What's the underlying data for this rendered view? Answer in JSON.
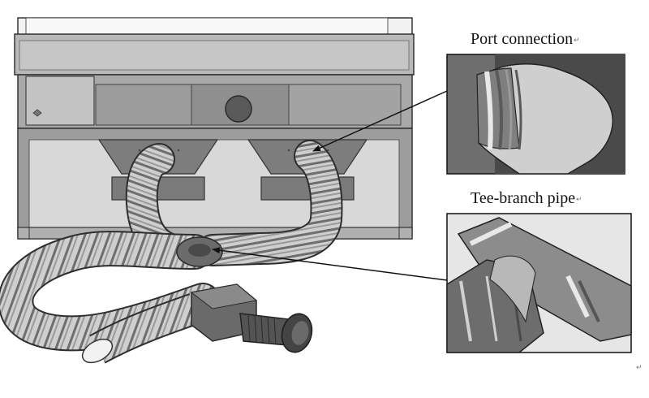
{
  "labels": {
    "port_connection": "Port connection",
    "tee_branch_pipe": "Tee-branch pipe",
    "return_mark": "↵"
  },
  "components": {
    "machine": "machine-unit",
    "hose": "corrugated-hose",
    "blower": "blower-unit",
    "detail_1": "port-connection-detail",
    "detail_2": "tee-branch-detail"
  }
}
